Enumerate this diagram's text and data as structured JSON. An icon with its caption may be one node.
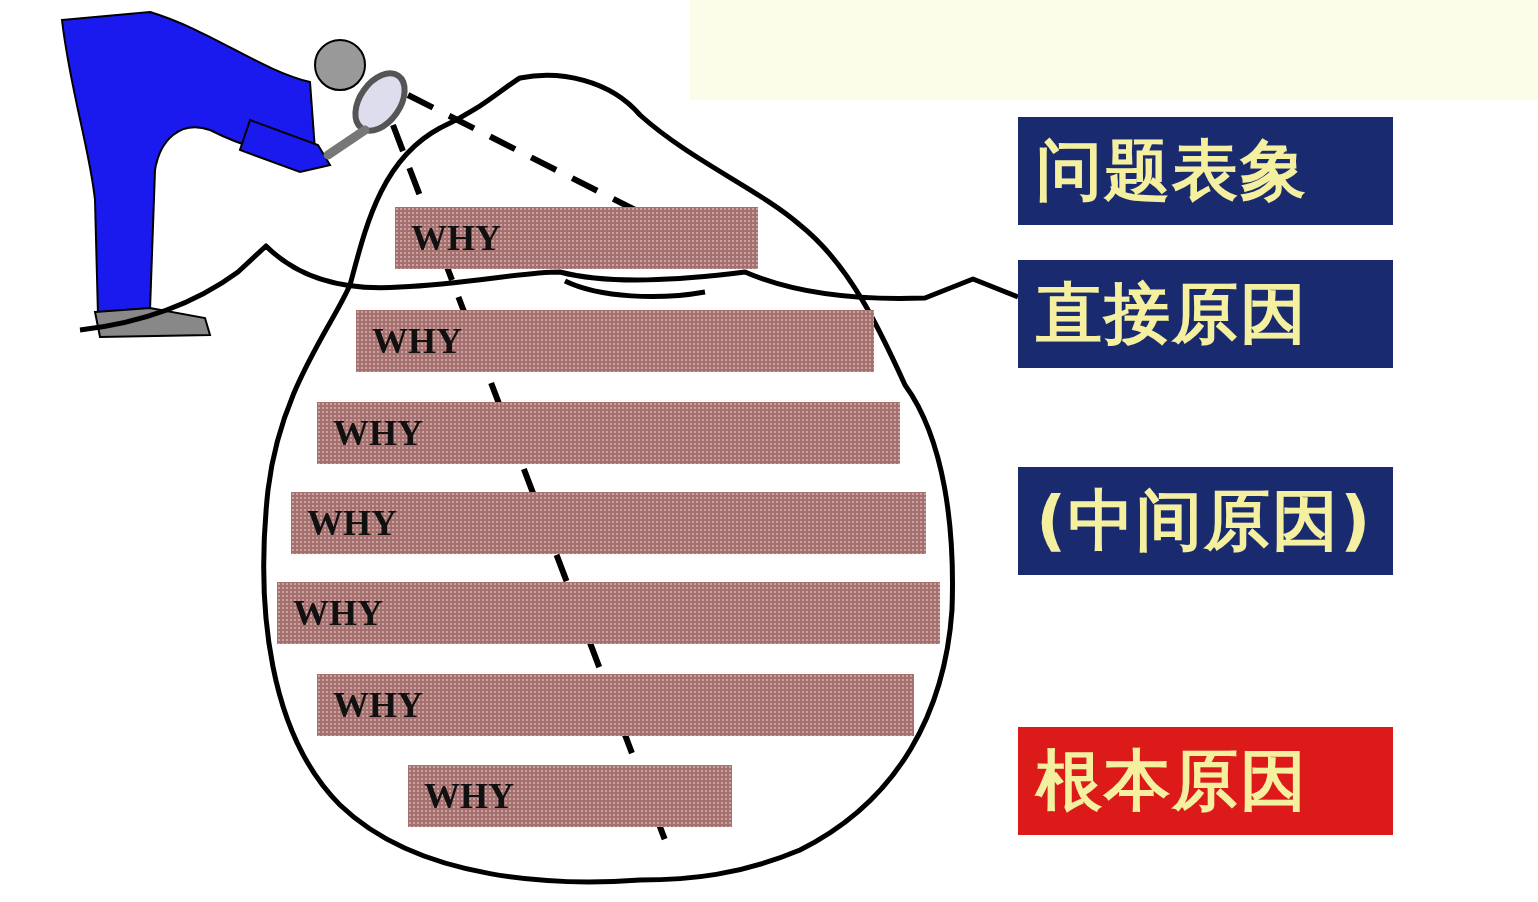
{
  "diagram": {
    "nodes": [
      {
        "text": [
          "WHY"
        ]
      },
      {
        "text": [
          "WHY"
        ]
      },
      {
        "text": [
          "WHY"
        ]
      },
      {
        "text": [
          "WHY"
        ]
      },
      {
        "text": [
          "WHY"
        ]
      },
      {
        "text": [
          "WHY"
        ]
      },
      {
        "text": [
          "WHY"
        ]
      },
      {
        "text": [
          "问题表象"
        ]
      },
      {
        "text": [
          "直接原因"
        ]
      },
      {
        "text": [
          "(中间原因)"
        ]
      },
      {
        "text": [
          "根本原因"
        ]
      }
    ],
    "edges": [
      {
        "from": null,
        "to": 8,
        "arrow": "none"
      }
    ]
  }
}
